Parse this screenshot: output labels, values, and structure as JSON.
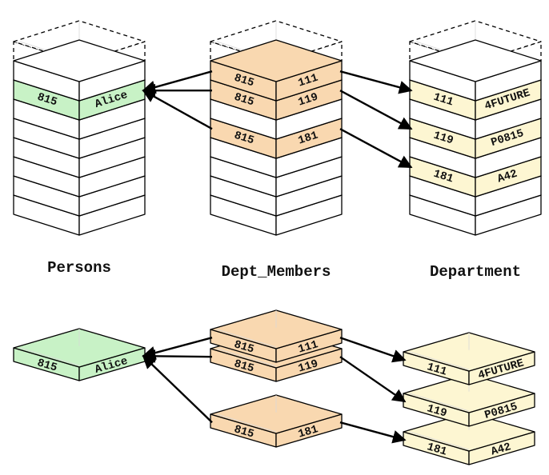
{
  "colors": {
    "empty_face": "#ffffff",
    "persons_record": "#c8f2c6",
    "dept_members_record": "#f9d8b0",
    "department_record": "#fdf6d2",
    "outline": "#000000",
    "arrow": "#000000"
  },
  "stacks": {
    "persons": {
      "label": "Persons",
      "records": [
        {
          "slot": 2,
          "key": "815",
          "value": "Alice"
        }
      ]
    },
    "dept_members": {
      "label": "Dept_Members",
      "records": [
        {
          "slot": 1,
          "key": "815",
          "value": "111"
        },
        {
          "slot": 2,
          "key": "815",
          "value": "119"
        },
        {
          "slot": 4,
          "key": "815",
          "value": "181"
        }
      ]
    },
    "department": {
      "label": "Department",
      "records": [
        {
          "slot": 2,
          "key": "111",
          "value": "4FUTURE"
        },
        {
          "slot": 4,
          "key": "119",
          "value": "P0815"
        },
        {
          "slot": 6,
          "key": "181",
          "value": "A42"
        }
      ]
    }
  },
  "compact": {
    "persons": {
      "key": "815",
      "value": "Alice"
    },
    "dept_members": [
      {
        "key": "815",
        "value": "111"
      },
      {
        "key": "815",
        "value": "119"
      },
      {
        "key": "815",
        "value": "181"
      }
    ],
    "department": [
      {
        "key": "111",
        "value": "4FUTURE"
      },
      {
        "key": "119",
        "value": "P0815"
      },
      {
        "key": "181",
        "value": "A42"
      }
    ]
  },
  "edges": [
    {
      "from": "dept_members:815-111",
      "to": "persons:815-Alice"
    },
    {
      "from": "dept_members:815-119",
      "to": "persons:815-Alice"
    },
    {
      "from": "dept_members:815-181",
      "to": "persons:815-Alice"
    },
    {
      "from": "dept_members:815-111",
      "to": "department:111-4FUTURE"
    },
    {
      "from": "dept_members:815-119",
      "to": "department:119-P0815"
    },
    {
      "from": "dept_members:815-181",
      "to": "department:181-A42"
    }
  ]
}
